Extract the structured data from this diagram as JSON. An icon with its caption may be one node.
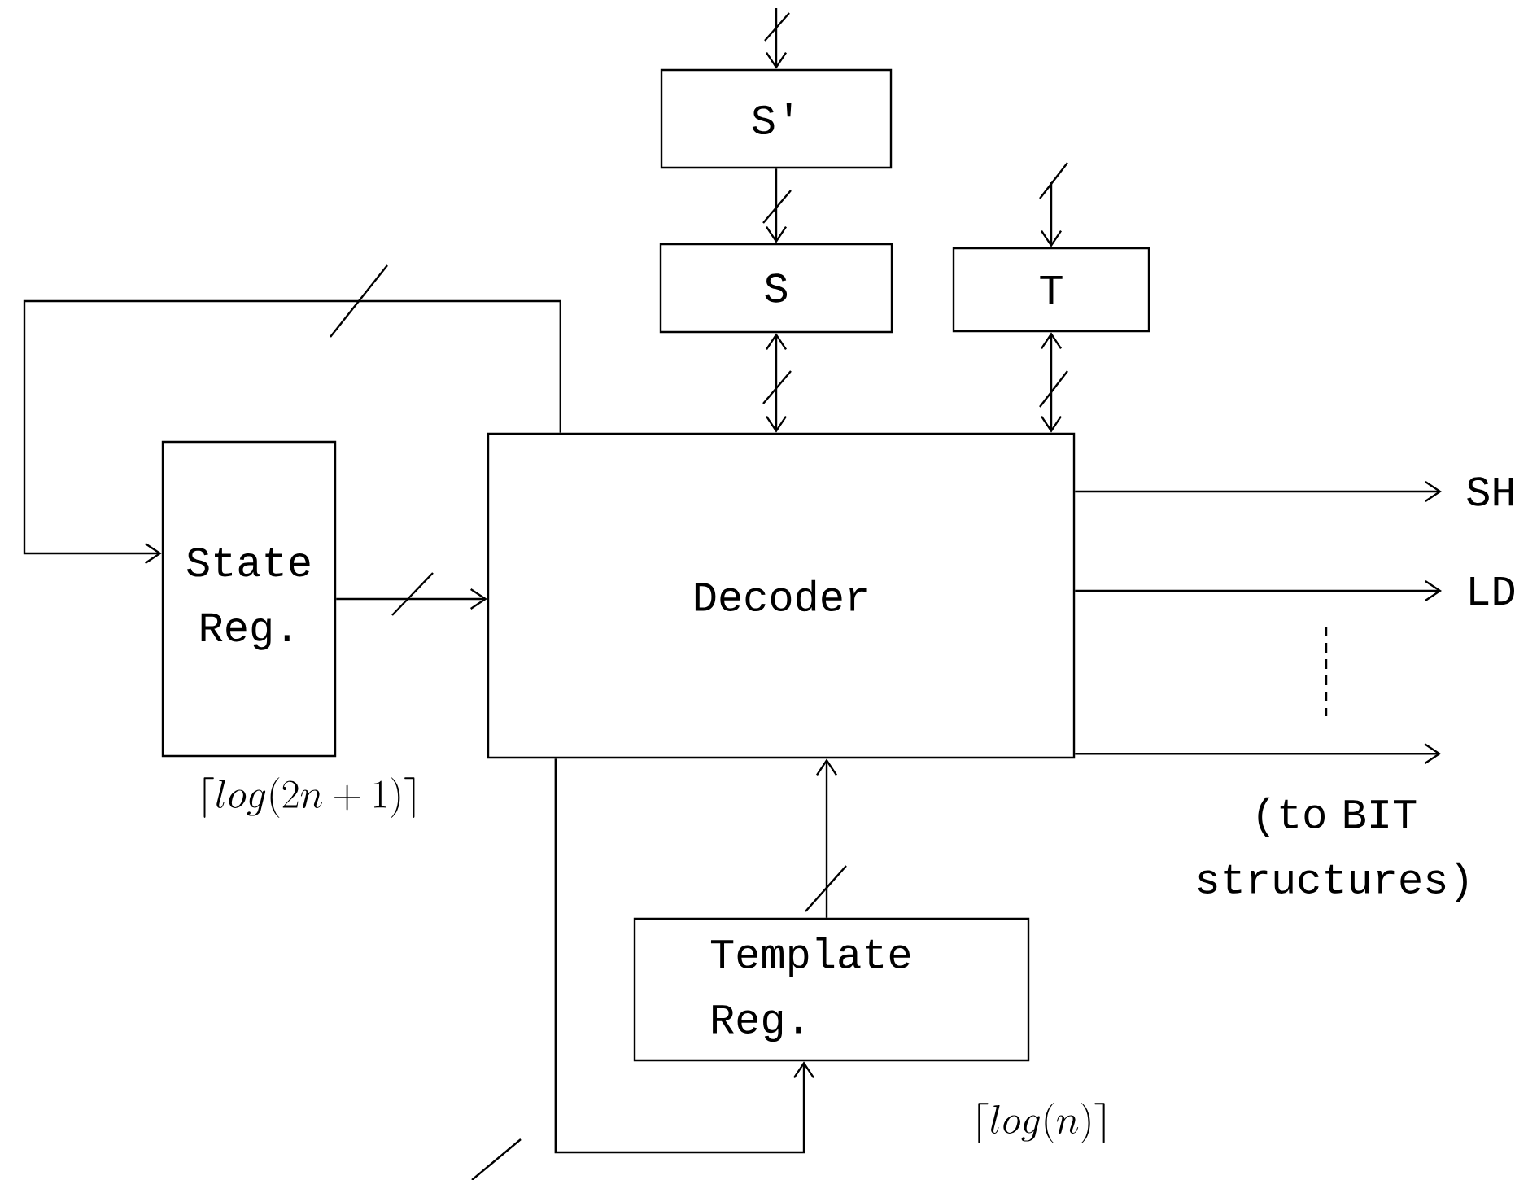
{
  "diagram": {
    "nodes": [
      {
        "text": [
          "S'"
        ]
      },
      {
        "text": [
          "S"
        ]
      },
      {
        "text": [
          "T"
        ]
      },
      {
        "text": [
          "State Reg."
        ],
        "beside": [
          "\\lceil log(2n+1)\\rceil"
        ]
      },
      {
        "text": [
          "Decoder"
        ]
      },
      {
        "text": [
          "Template Reg."
        ],
        "beside": [
          "\\lceil log(n)\\rceil"
        ]
      },
      {
        "text": [
          "SH"
        ]
      },
      {
        "text": [
          "LD"
        ]
      }
    ],
    "edges": [
      {
        "from": null,
        "to": 0,
        "arrow": "to"
      },
      {
        "from": 0,
        "to": 1,
        "arrow": "to"
      },
      {
        "from": 1,
        "to": 4,
        "arrow": "both"
      },
      {
        "from": null,
        "to": 2,
        "arrow": "to"
      },
      {
        "from": 2,
        "to": 4,
        "arrow": "both"
      },
      {
        "from": 3,
        "to": 4,
        "arrow": "to"
      },
      {
        "from": 4,
        "to": 3,
        "arrow": "to"
      },
      {
        "from": 4,
        "to": 5,
        "arrow": "to"
      },
      {
        "from": 5,
        "to": 4,
        "arrow": "to"
      },
      {
        "from": 4,
        "to": 6,
        "arrow": "to"
      },
      {
        "from": 4,
        "to": 7,
        "arrow": "to"
      },
      {
        "from": 4,
        "to": null,
        "arrow": "to"
      }
    ],
    "labels": [
      "(to BIT structures)"
    ]
  }
}
